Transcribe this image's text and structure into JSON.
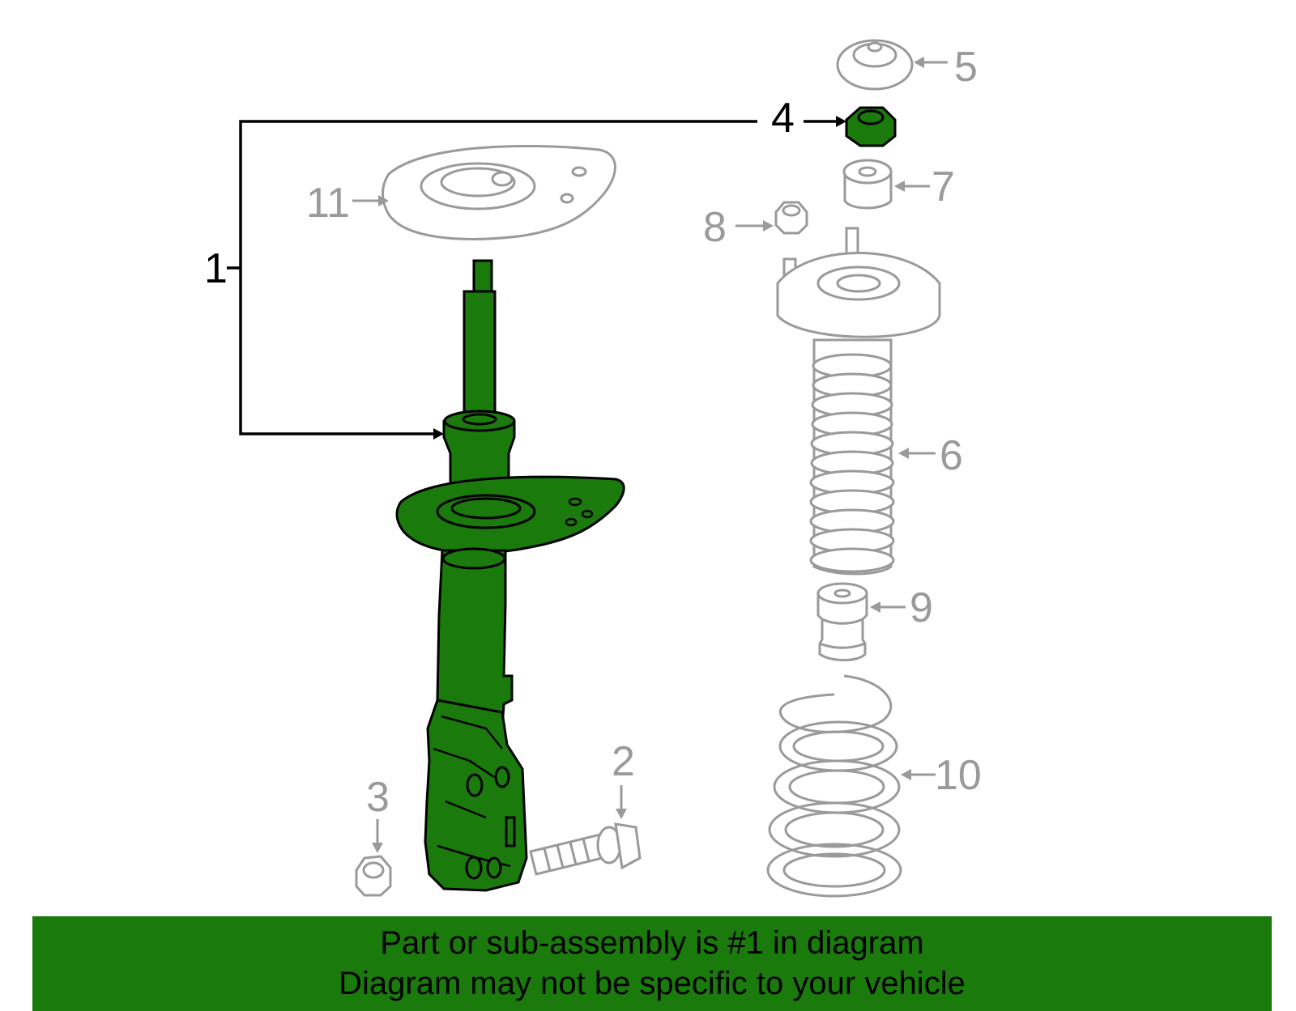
{
  "diagram": {
    "callouts": [
      {
        "id": "1",
        "label": "1",
        "highlighted": true
      },
      {
        "id": "2",
        "label": "2",
        "highlighted": false
      },
      {
        "id": "3",
        "label": "3",
        "highlighted": false
      },
      {
        "id": "4",
        "label": "4",
        "highlighted": true
      },
      {
        "id": "5",
        "label": "5",
        "highlighted": false
      },
      {
        "id": "6",
        "label": "6",
        "highlighted": false
      },
      {
        "id": "7",
        "label": "7",
        "highlighted": false
      },
      {
        "id": "8",
        "label": "8",
        "highlighted": false
      },
      {
        "id": "9",
        "label": "9",
        "highlighted": false
      },
      {
        "id": "10",
        "label": "10",
        "highlighted": false
      },
      {
        "id": "11",
        "label": "11",
        "highlighted": false
      }
    ],
    "colors": {
      "highlight": "#1a7a0c",
      "inactive": "#9a9a9a",
      "outline": "#000000"
    }
  },
  "banner": {
    "line1": "Part or sub-assembly is #1 in diagram",
    "line2": "Diagram may not be specific to your vehicle"
  }
}
